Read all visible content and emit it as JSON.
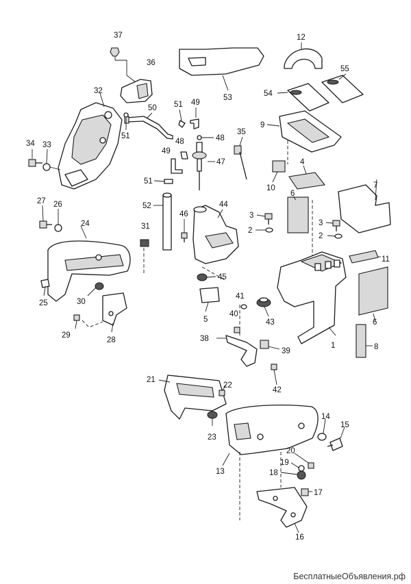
{
  "diagram": {
    "type": "exploded-parts-diagram",
    "callouts": [
      "1",
      "2",
      "2",
      "3",
      "3",
      "4",
      "5",
      "6",
      "6",
      "7",
      "8",
      "9",
      "10",
      "11",
      "12",
      "13",
      "14",
      "15",
      "16",
      "17",
      "18",
      "19",
      "20",
      "21",
      "22",
      "23",
      "24",
      "25",
      "26",
      "27",
      "28",
      "29",
      "30",
      "31",
      "32",
      "33",
      "34",
      "35",
      "36",
      "37",
      "38",
      "39",
      "40",
      "41",
      "42",
      "43",
      "44",
      "45",
      "46",
      "47",
      "48",
      "48",
      "49",
      "49",
      "50",
      "51",
      "51",
      "51",
      "52",
      "53",
      "54",
      "55"
    ]
  },
  "watermark": "БесплатныеОбъявления.рф"
}
